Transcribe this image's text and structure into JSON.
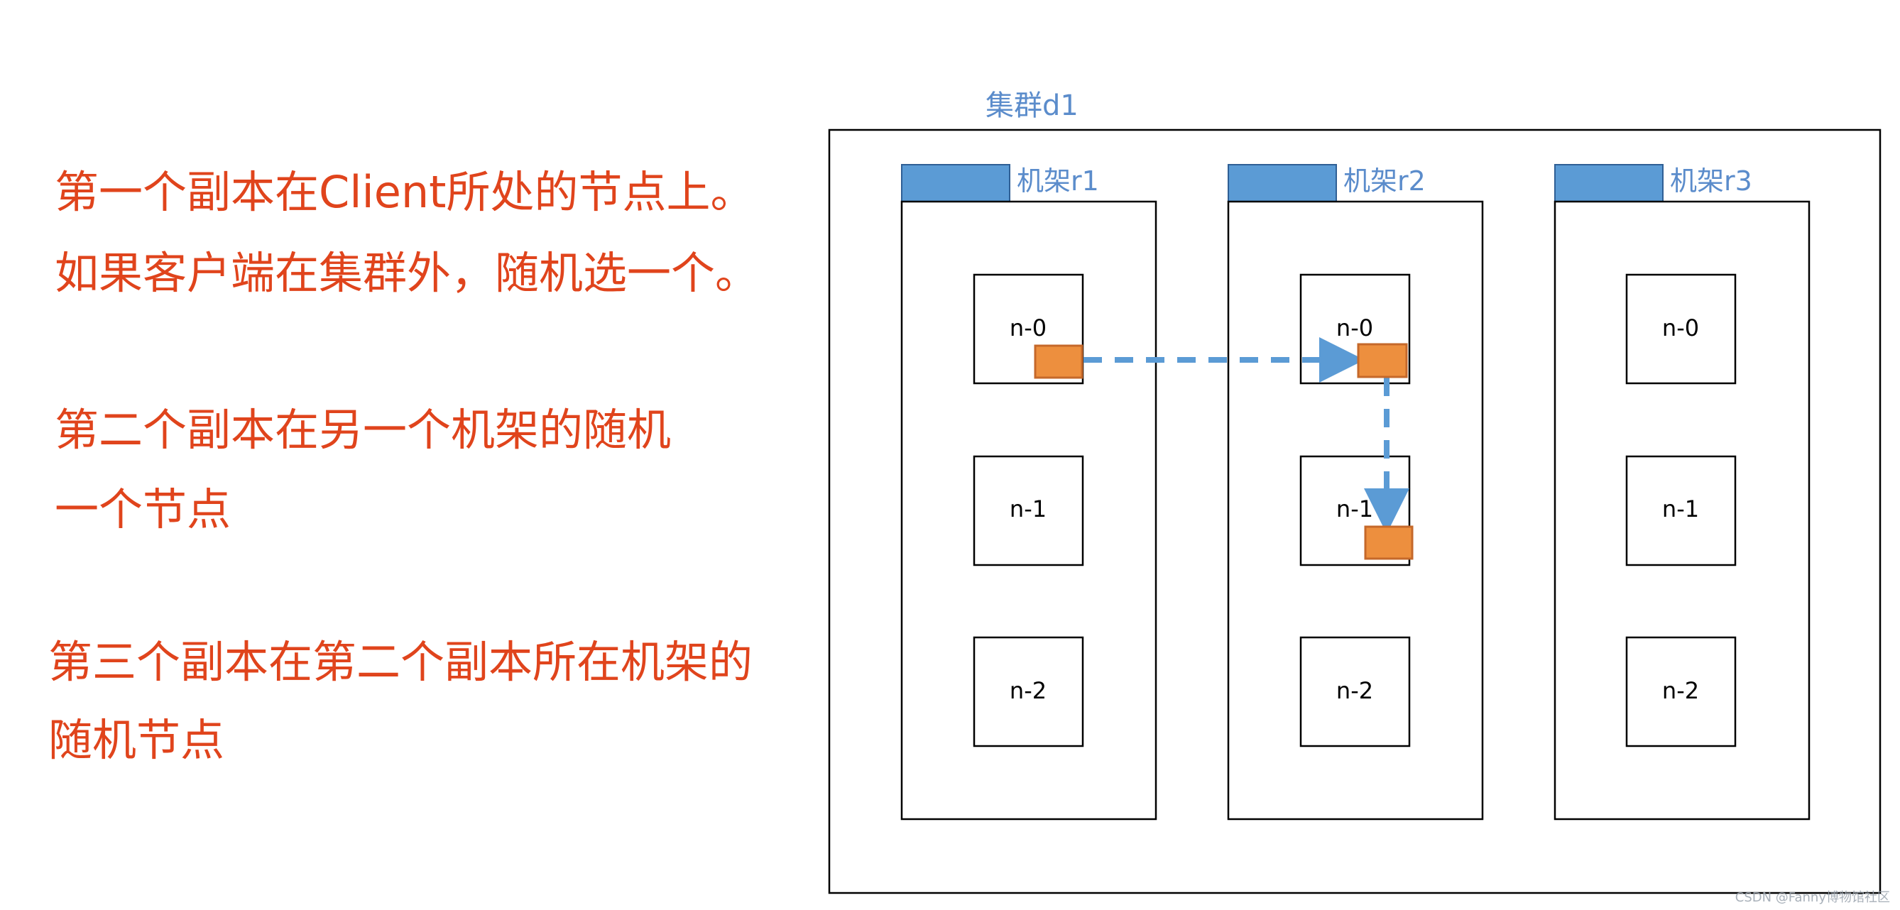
{
  "colors": {
    "text_red": "#E0441C",
    "label_blue": "#5B8CCB",
    "rack_header_fill": "#5B9BD5",
    "replica_fill": "#ED8F3E",
    "replica_stroke": "#C5682A",
    "arrow": "#5B9BD5",
    "line": "#000000",
    "watermark": "#9AA3AD"
  },
  "notes": [
    {
      "lines": [
        "第一个副本在Client所处的节点上。",
        "如果客户端在集群外，随机选一个。"
      ]
    },
    {
      "lines": [
        "第二个副本在另一个机架的随机",
        "一个节点"
      ]
    },
    {
      "lines": [
        "第三个副本在第二个副本所在机架的",
        "随机节点"
      ]
    }
  ],
  "diagram": {
    "cluster_label": "集群d1",
    "racks": [
      {
        "label": "机架r1",
        "nodes": [
          "n-0",
          "n-1",
          "n-2"
        ]
      },
      {
        "label": "机架r2",
        "nodes": [
          "n-0",
          "n-1",
          "n-2"
        ]
      },
      {
        "label": "机架r3",
        "nodes": [
          "n-0",
          "n-1",
          "n-2"
        ]
      }
    ],
    "replicas": [
      {
        "rack": "机架r1",
        "node": "n-0"
      },
      {
        "rack": "机架r2",
        "node": "n-0"
      },
      {
        "rack": "机架r2",
        "node": "n-1"
      }
    ]
  },
  "watermark": "CSDN @Fanny博物馆社区"
}
